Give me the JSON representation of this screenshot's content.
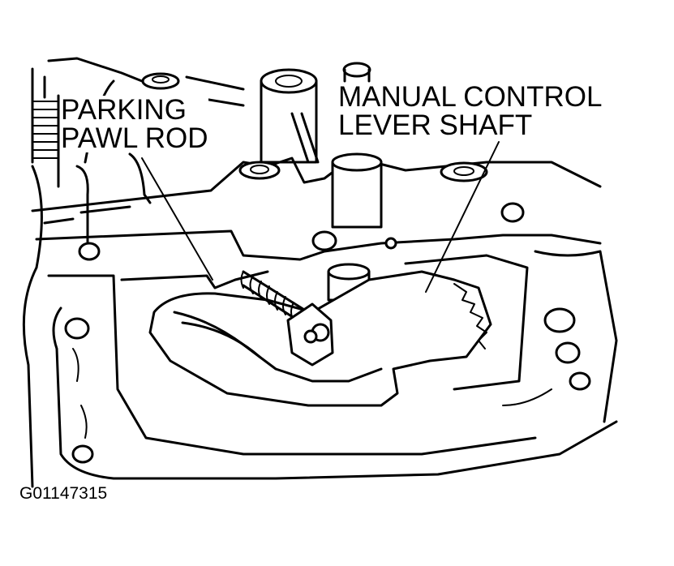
{
  "labels": {
    "parking_pawl_rod": [
      "PARKING",
      "PAWL ROD"
    ],
    "manual_control_lever_shaft": [
      "MANUAL CONTROL",
      "LEVER SHAFT"
    ]
  },
  "figure_id": "G01147315"
}
